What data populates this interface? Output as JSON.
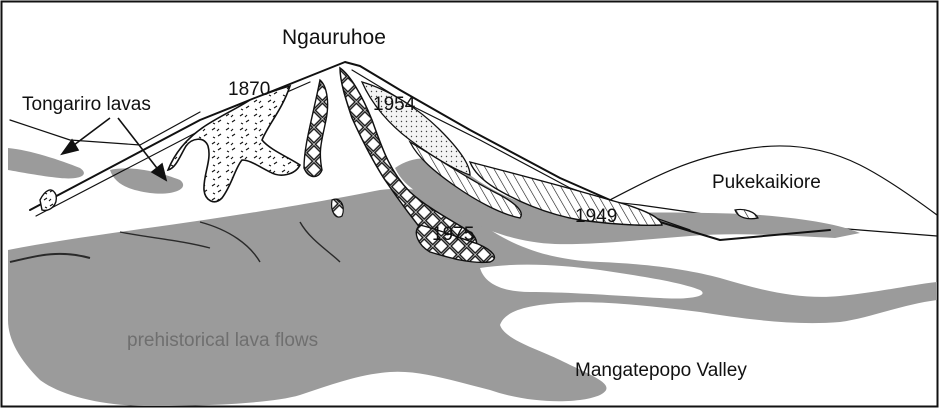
{
  "labels": {
    "peak": "Ngauruhoe",
    "tongariro": "Tongariro lavas",
    "y1870": "1870",
    "y1954": "1954",
    "y1949": "1949",
    "y1975": "1975",
    "pukekaikiore": "Pukekaikiore",
    "prehistoric": "prehistorical lava flows",
    "valley": "Mangatepopo Valley"
  },
  "colors": {
    "prehistoric_fill": "#9b9b9b",
    "background": "#ffffff",
    "ink": "#111111"
  }
}
